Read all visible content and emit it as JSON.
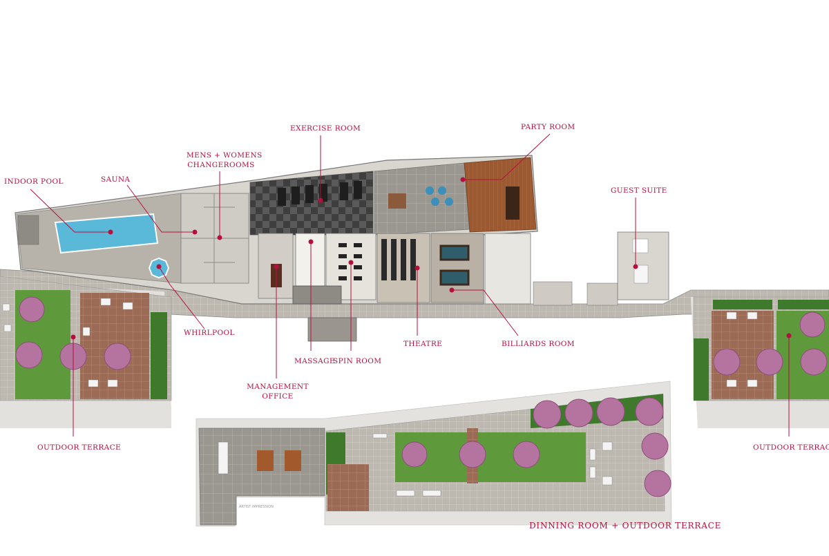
{
  "labels": {
    "indoor_pool": "INDOOR POOL",
    "sauna": "SAUNA",
    "changerooms_line1": "MENS + WOMENS",
    "changerooms_line2": "CHANGEROOMS",
    "exercise_room": "EXERCISE ROOM",
    "party_room": "PARTY ROOM",
    "guest_suite": "GUEST SUITE",
    "whirlpool": "WHIRLPOOL",
    "massage": "MASSAGE",
    "spin_room": "SPIN ROOM",
    "theatre": "THEATRE",
    "billiards_room": "BILLIARDS ROOM",
    "management_line1": "MANAGEMENT",
    "management_line2": "OFFICE",
    "outdoor_terrace_left": "OUTDOOR TERRACE",
    "outdoor_terrace_right": "OUTDOOR TERRACE",
    "dining_terrace": "DINNING ROOM + OUTDOOR TERRACE",
    "artist_impression": "ARTIST IMPRESSION"
  },
  "colors": {
    "label": "#b5103d",
    "leader": "#b5103d",
    "lawn": "#5e9a3c",
    "hedge": "#3f7a2c",
    "pool": "#5ab8d8",
    "deck": "#a8a39b",
    "paving": "#c9c4bb",
    "wood_floor": "#9b5a32",
    "dark_floor": "#4a4a4a",
    "tree": "#b5739f"
  }
}
